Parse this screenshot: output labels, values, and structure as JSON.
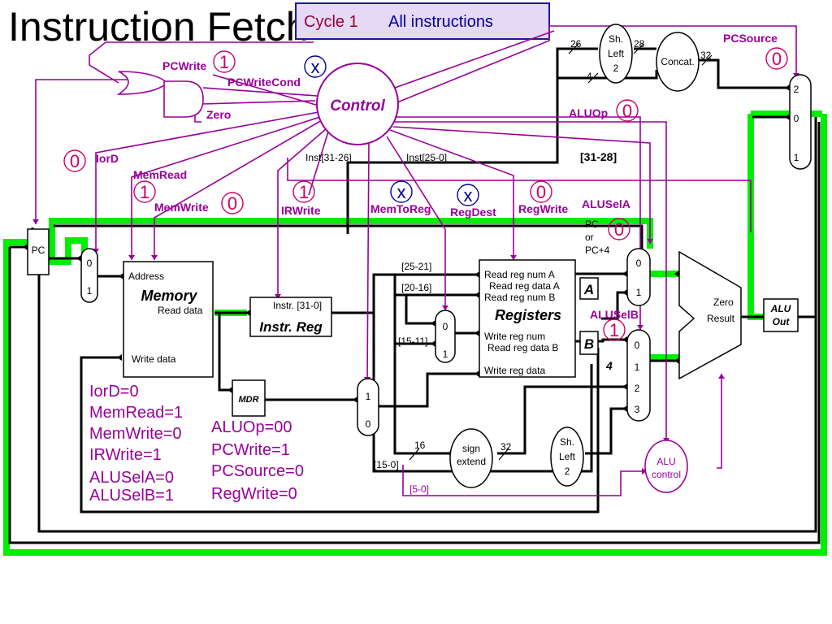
{
  "title": "Instruction Fetch",
  "cycle_box": {
    "cycle": "Cycle 1",
    "desc": "All instructions"
  },
  "control": {
    "label": "Control"
  },
  "signals": {
    "pcwrite": "PCWrite",
    "pcwritecond": "PCWriteCond",
    "zero": "Zero",
    "iord": "IorD",
    "memread": "MemRead",
    "memwrite": "MemWrite",
    "irwrite": "IRWrite",
    "memtoreg": "MemToReg",
    "regdest": "RegDest",
    "regwrite": "RegWrite",
    "aluop": "ALUOp",
    "alusela": "ALUSelA",
    "aluselb": "ALUSelB",
    "pcsource": "PCSource"
  },
  "values": {
    "pcwrite": "1",
    "pcwritecond": "x",
    "iord": "0",
    "memread": "1",
    "memwrite": "0",
    "irwrite": "1",
    "memtoreg": "x",
    "regdest": "x",
    "regwrite": "0",
    "aluop": "0",
    "alusela": "0",
    "aluselb": "1",
    "pcsource": "0"
  },
  "blocks": {
    "pc": "PC",
    "memory": {
      "title": "Memory",
      "address": "Address",
      "read_data": "Read data",
      "write_data": "Write data"
    },
    "ir": {
      "field": "Instr. [31-0]",
      "name": "Instr. Reg"
    },
    "mdr": "MDR",
    "registers": {
      "title": "Registers",
      "rr1": "Read reg num A",
      "rd1": "Read reg data A",
      "rr2": "Read reg num B",
      "wr": "Write reg num",
      "rd2": "Read reg data B",
      "wd": "Write reg data"
    },
    "reg_a": "A",
    "reg_b": "B",
    "alu": {
      "zero": "Zero",
      "result": "Result"
    },
    "aluout": {
      "l1": "ALU",
      "l2": "Out"
    },
    "alucontrol": {
      "l1": "ALU",
      "l2": "control"
    },
    "signext": {
      "l1": "sign",
      "l2": "extend"
    },
    "shl_top": {
      "l1": "Sh.",
      "l2": "Left",
      "l3": "2"
    },
    "shl_bottom": {
      "l1": "Sh.",
      "l2": "Left",
      "l3": "2"
    },
    "concat": "Concat."
  },
  "mux_labels": {
    "zero": "0",
    "one": "1",
    "two": "2",
    "three": "3",
    "four": "4"
  },
  "bus_labels": {
    "inst3126": "Inst[31-26]",
    "inst250": "Inst[25-0]",
    "b2521": "[25-21]",
    "b2016": "[20-16]",
    "b1511": "[15-11]",
    "b150": "[15-0]",
    "b50": "[5-0]",
    "b3128": "[31-28]",
    "w26": "26",
    "w28": "28",
    "w32a": "32",
    "w4": "4",
    "w16": "16",
    "w32b": "32",
    "pc_or": {
      "l1": "PC",
      "l2": "or",
      "l3": "PC+4"
    }
  },
  "summary": [
    "IorD=0",
    "MemRead=1",
    "MemWrite=0",
    "IRWrite=1",
    "ALUSelA=0",
    "ALUSelB=1"
  ],
  "summary2": [
    "ALUOp=00",
    "PCWrite=1",
    "PCSource=0",
    "RegWrite=0"
  ],
  "colors": {
    "control": "#990099",
    "highlight": "#00ee00",
    "values": "#cc0066",
    "dontcare": "#000099"
  }
}
